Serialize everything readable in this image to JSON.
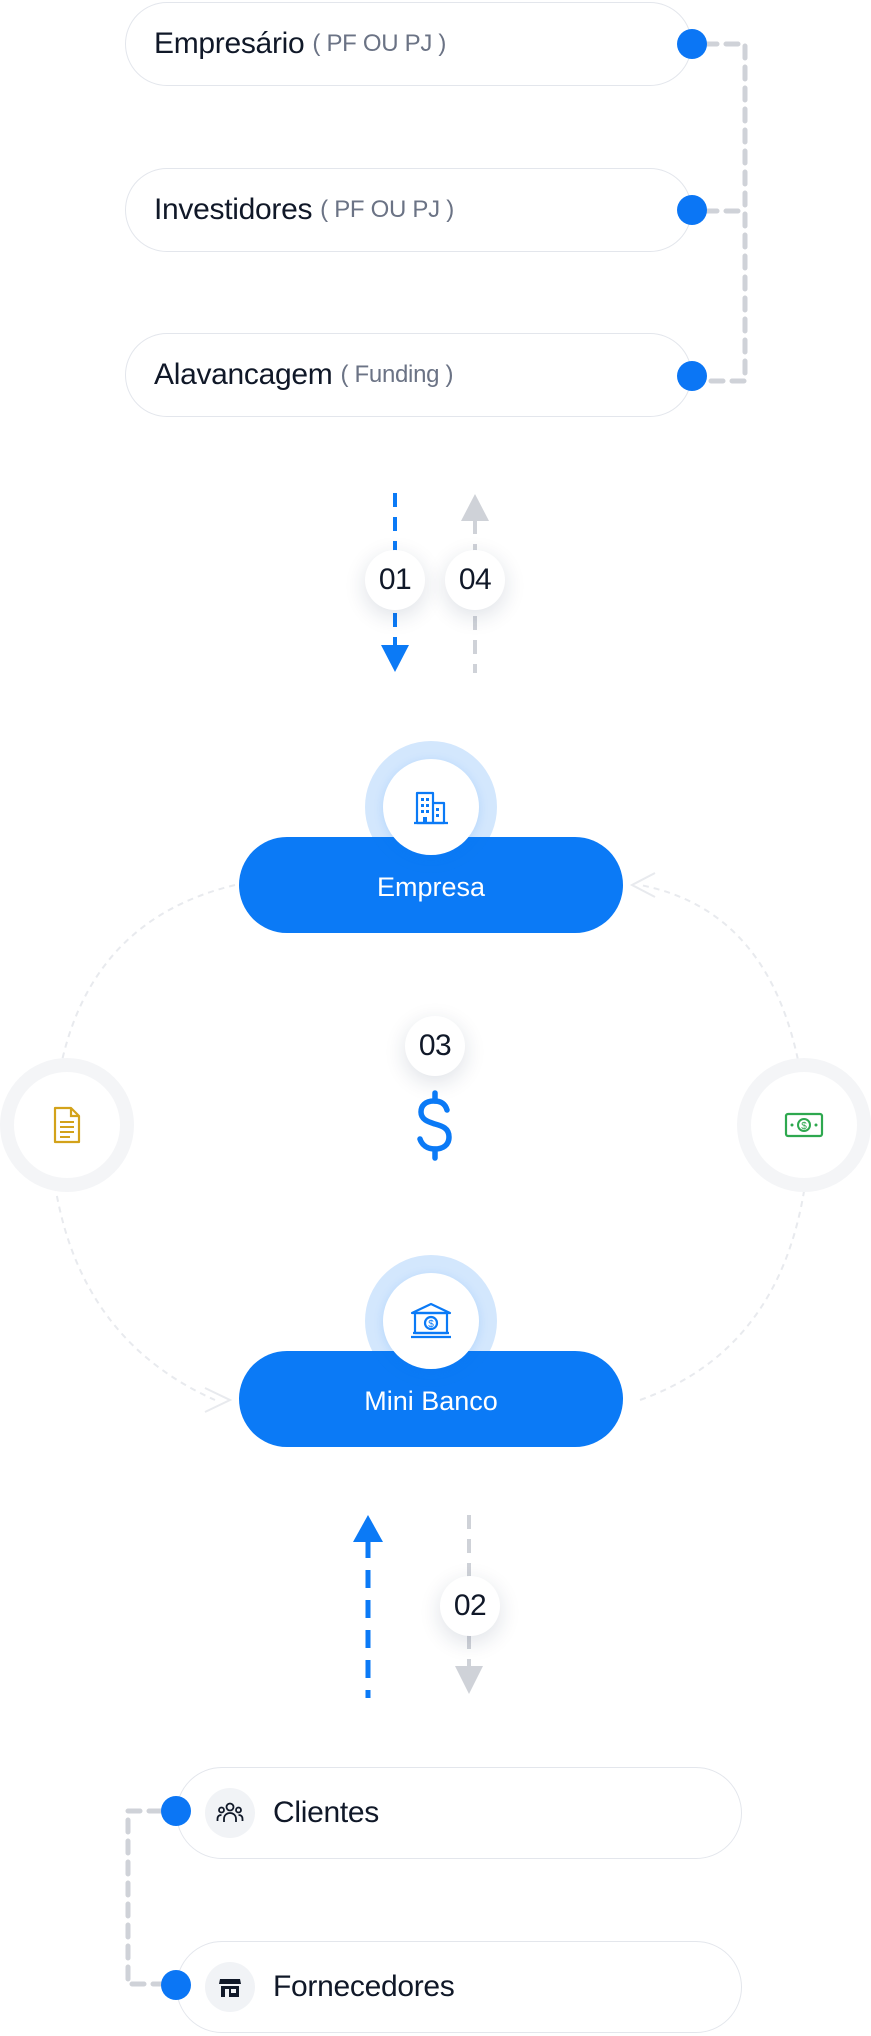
{
  "sources": [
    {
      "label": "Empresário",
      "note": "( PF OU PJ )"
    },
    {
      "label": "Investidores",
      "note": "( PF OU PJ )"
    },
    {
      "label": "Alavancagem",
      "note": "( Funding )"
    }
  ],
  "steps": {
    "s1": "01",
    "s2": "02",
    "s3": "03",
    "s4": "04"
  },
  "nodes": {
    "empresa": "Empresa",
    "mini_banco": "Mini Banco"
  },
  "destinations": [
    {
      "label": "Clientes",
      "icon": "people-icon"
    },
    {
      "label": "Fornecedores",
      "icon": "store-icon"
    }
  ],
  "colors": {
    "accent": "#0b7af6",
    "dot": "#0b76f5",
    "grey_line": "#cfd2d8",
    "document": "#d3a21a",
    "money": "#2ea84f"
  }
}
